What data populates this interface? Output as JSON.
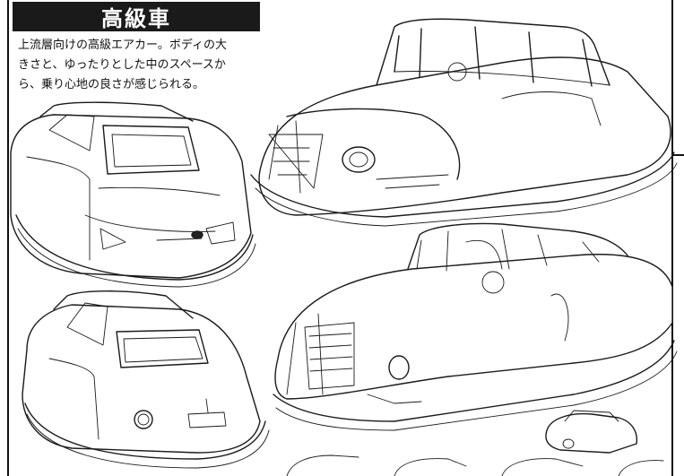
{
  "header": {
    "title": "高級車"
  },
  "caption": {
    "lines": [
      "上流層向けの高級エアカー。ボディの大",
      "きさと、ゆったりとした中のスペースか",
      "ら、乗り心地の良さが感じられる。"
    ]
  },
  "illustrations": [
    {
      "view": "front-three-quarter-top"
    },
    {
      "view": "rear-three-quarter-left"
    },
    {
      "view": "front-three-quarter-right"
    },
    {
      "view": "rear-three-quarter-low"
    },
    {
      "view": "small-sketches"
    }
  ]
}
